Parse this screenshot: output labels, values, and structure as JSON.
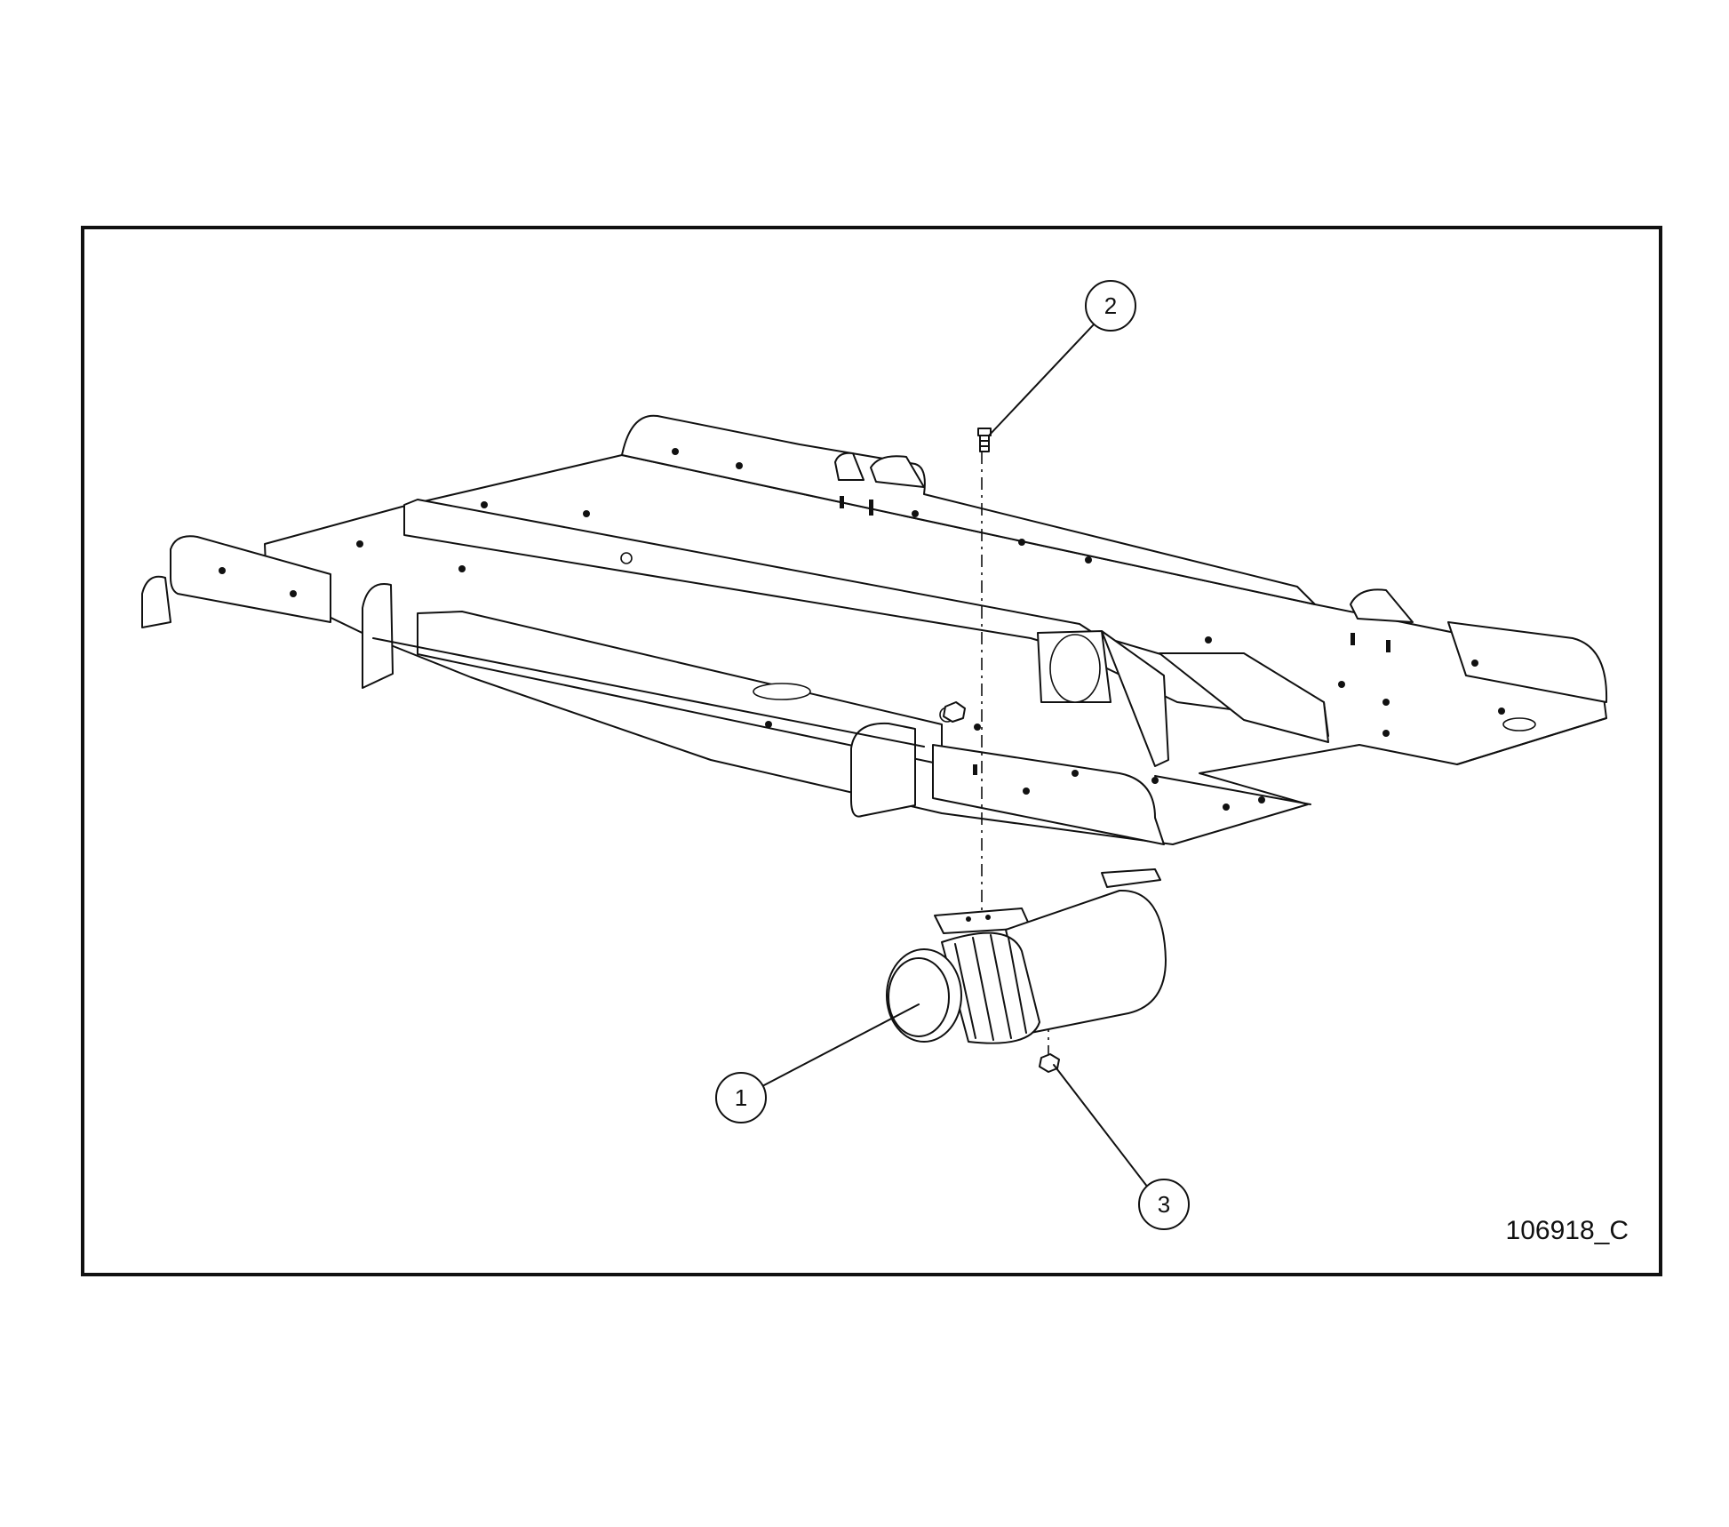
{
  "figure": {
    "id_label": "106918_C",
    "callouts": [
      {
        "number": "1",
        "part": "connector-socket"
      },
      {
        "number": "2",
        "part": "screw"
      },
      {
        "number": "3",
        "part": "nut"
      }
    ]
  },
  "colors": {
    "line": "#111111",
    "background": "#ffffff"
  }
}
